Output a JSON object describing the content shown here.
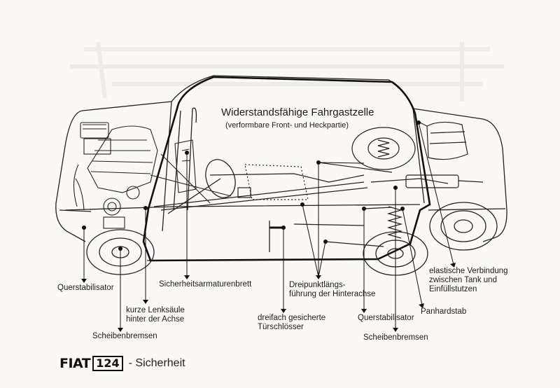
{
  "headline": {
    "title": "Widerstandsfähige Fahrgastzelle",
    "subtitle": "(verformbare Front- und Heckpartie)"
  },
  "callouts": [
    {
      "id": "querstabilisator-front",
      "text": "Querstabilisator"
    },
    {
      "id": "lenksaeule",
      "text": "kurze Lenksäule\nhinter der Achse"
    },
    {
      "id": "scheibenbremsen-front",
      "text": "Scheibenbremsen"
    },
    {
      "id": "armaturenbrett",
      "text": "Sicherheitsarmaturenbrett"
    },
    {
      "id": "tuerschloesser",
      "text": "dreifach gesicherte\nTürschlösser"
    },
    {
      "id": "dreipunkt",
      "text": "Dreipunktlängs-\nführung der Hinterachse"
    },
    {
      "id": "querstabilisator-rear",
      "text": "Querstabilisator"
    },
    {
      "id": "scheibenbremsen-rear",
      "text": "Scheibenbremsen"
    },
    {
      "id": "panhardstab",
      "text": "Panhardstab"
    },
    {
      "id": "tank-verbindung",
      "text": "elastische Verbindung\nzwischen Tank und\nEinfüllstutzen"
    }
  ],
  "footer": {
    "brand": "FIAT",
    "model": "124",
    "subject": "- Sicherheit"
  }
}
